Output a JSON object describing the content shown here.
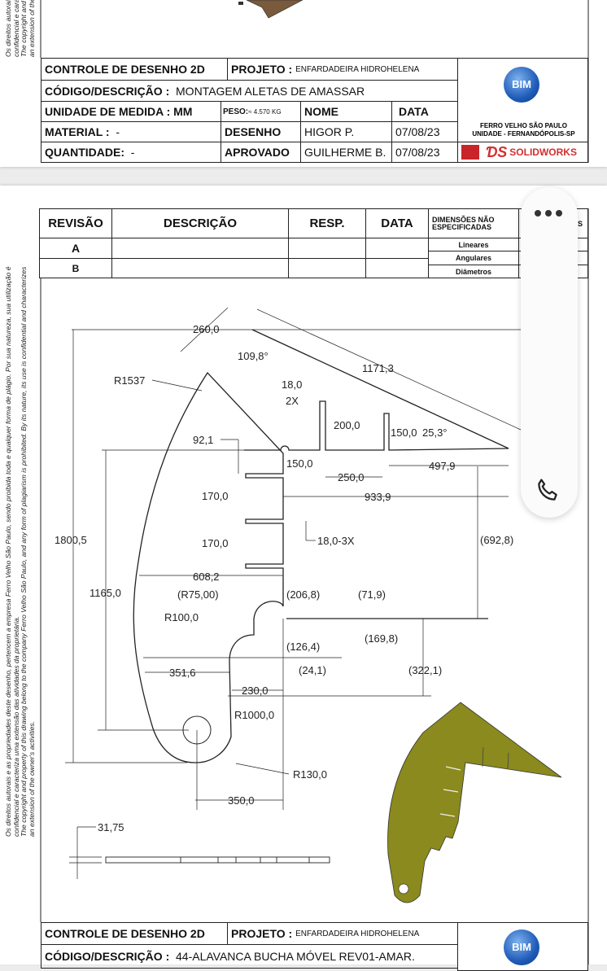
{
  "copyright_notice": {
    "line1": "Os direitos autorais e as propriedades deste desenho, pertencem a empresa Ferro Velho São Paulo, sendo proibida toda e qualquer forma de plágio. Por sua natureza, sua utilização é",
    "line2": "confidencial e caracteriza uma extensão das atividades da proprietária.",
    "line3": "The copyright and property of this drawing belong to the company Ferro Velho São Paulo, and any form of plagiarism is prohibited. By its nature, its use is confidential and characterizes",
    "line4": "an extension of the owner's activities."
  },
  "sheet1": {
    "title": "CONTROLE DE DESENHO 2D",
    "projeto_label": "PROJETO :",
    "projeto": "ENFARDADEIRA HIDROHELENA",
    "codigo_label": "CÓDIGO/DESCRIÇÃO :",
    "codigo": "MONTAGEM ALETAS DE AMASSAR",
    "unidade": "UNIDADE DE MEDIDA : MM",
    "peso_label": "PESO:",
    "peso": "≈ 4.570 KG",
    "nome_header": "NOME",
    "data_header": "DATA",
    "material_label": "MATERIAL :",
    "material": "-",
    "quantidade_label": "QUANTIDADE:",
    "quantidade": "-",
    "desenho_label": "DESENHO",
    "desenho_nome": "HIGOR P.",
    "desenho_data": "07/08/23",
    "aprovado_label": "APROVADO",
    "aprovado_nome": "GUILHERME B.",
    "aprovado_data": "07/08/23",
    "company_line1": "FERRO VELHO SÃO PAULO",
    "company_line2": "UNIDADE - FERNANDÓPOLIS-SP",
    "logo_text": "BIM",
    "solidworks_text": "SOLIDWORKS"
  },
  "revision_table": {
    "headers": [
      "REVISÃO",
      "DESCRIÇÃO",
      "RESP.",
      "DATA"
    ],
    "dims_header": "DIMENSÕES NÃO ESPECIFICADAS",
    "dims_rows": [
      "Lineares",
      "Angulares",
      "Diâmetros"
    ],
    "rows": [
      "A",
      "B"
    ],
    "cut_header": "S"
  },
  "drawing": {
    "dimensions": [
      "260,0",
      "109,8°",
      "1171,3",
      "R1537",
      "18,0",
      "2X",
      "200,0",
      "150,0",
      "25,3°",
      "92,1",
      "150,0",
      "250,0",
      "497,9",
      "933,9",
      "170,0",
      "170,0",
      "18,0-3X",
      "1800,5",
      "(692,8)",
      "608,2",
      "1165,0",
      "(R75,00)",
      "(206,8)",
      "(71,9)",
      "R100,0",
      "(126,4)",
      "(169,8)",
      "351,6",
      "(24,1)",
      "(322,1)",
      "230,0",
      "R1000,0",
      "R130,0",
      "350,0",
      "31,75"
    ],
    "part_color": "#8a8a1e"
  },
  "sheet2": {
    "title": "CONTROLE DE DESENHO 2D",
    "projeto_label": "PROJETO :",
    "projeto": "ENFARDADEIRA HIDROHELENA",
    "codigo_label": "CÓDIGO/DESCRIÇÃO :",
    "codigo": "44-ALAVANCA BUCHA MÓVEL REV01-AMAR.",
    "logo_text": "BIM"
  },
  "floating_widget": {
    "icons": [
      "more-icon",
      "phone-icon"
    ]
  }
}
